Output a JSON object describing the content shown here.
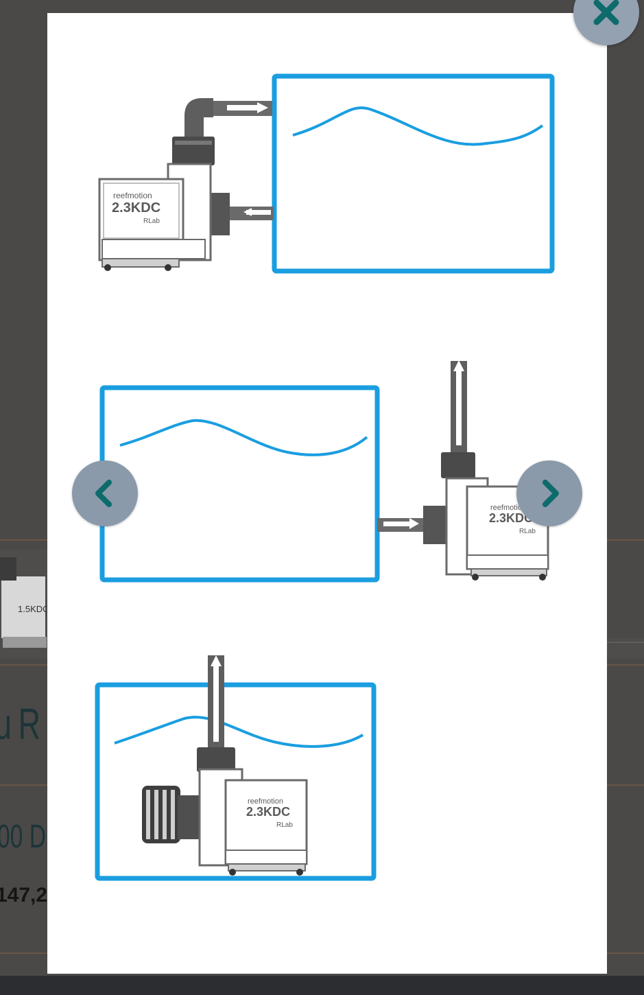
{
  "background_page": {
    "title_fragment": "u R",
    "subtitle_fragment": "00 D",
    "price_fragment": "147,2"
  },
  "lightbox": {
    "close_icon": "close-x-icon",
    "prev_icon": "chevron-left-icon",
    "next_icon": "chevron-right-icon",
    "accent_color": "#0e6b6b",
    "button_color": "#8a9aaa"
  },
  "diagram": {
    "pump_brand": "reefmotion",
    "pump_model": "2.3KDC",
    "pump_badge": "RLab",
    "thumb_model": "1.5KDC",
    "tank_color": "#1a9ee0",
    "water_color": "#1a9ee0"
  }
}
